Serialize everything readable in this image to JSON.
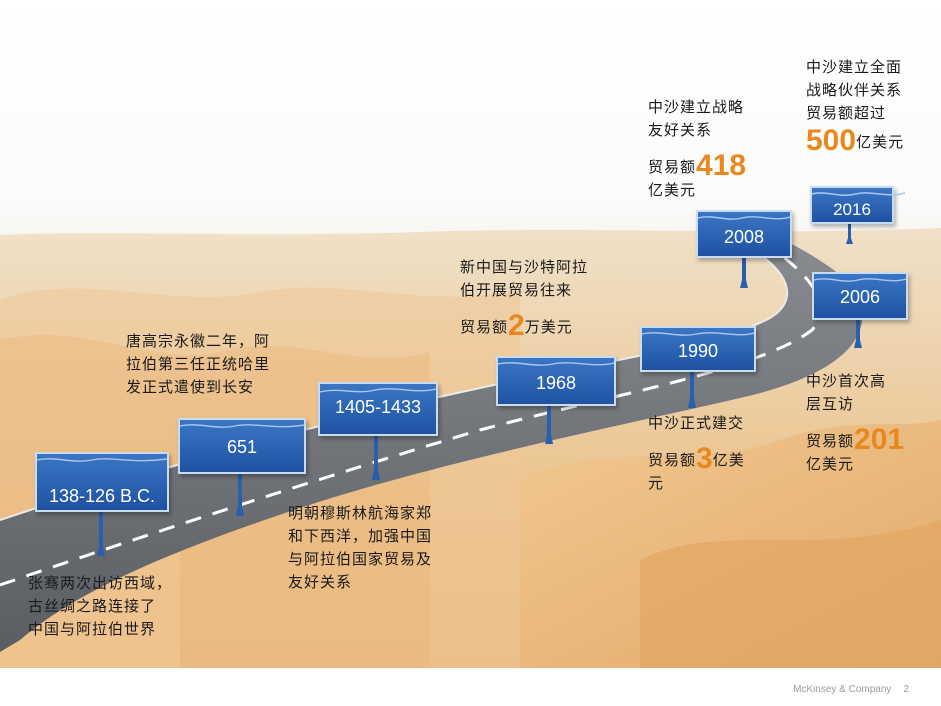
{
  "milestones": [
    {
      "year": "138-126 B.C.",
      "lines": [
        "张骞两次出访西域，",
        "古丝绸之路连接了",
        "中国与阿拉伯世界"
      ]
    },
    {
      "year": "651",
      "lines": [
        "唐高宗永徽二年，阿",
        "拉伯第三任正统哈里",
        "发正式遣使到长安"
      ]
    },
    {
      "year": "1405-1433",
      "lines": [
        "明朝穆斯林航海家郑",
        "和下西洋，加强中国",
        "与阿拉伯国家贸易及",
        "友好关系"
      ]
    },
    {
      "year": "1968",
      "lines": [
        "新中国与沙特阿拉",
        "伯开展贸易往来"
      ],
      "trade_prefix": "贸易额",
      "trade_value": "2",
      "trade_unit": "万美元"
    },
    {
      "year": "1990",
      "lines": [
        "中沙正式建交"
      ],
      "trade_prefix": "贸易额",
      "trade_value": "3",
      "trade_unit": "亿美",
      "trade_unit2": "元"
    },
    {
      "year": "2006",
      "lines": [
        "中沙首次高",
        "层互访"
      ],
      "trade_prefix": "贸易额",
      "trade_value": "201",
      "trade_unit": "亿美元"
    },
    {
      "year": "2008",
      "lines": [
        "中沙建立战略",
        "友好关系"
      ],
      "trade_prefix": "贸易额",
      "trade_value": "418",
      "trade_unit": "亿美元"
    },
    {
      "year": "2016",
      "lines": [
        "中沙建立全面",
        "战略伙伴关系",
        "贸易额超过"
      ],
      "trade_value": "500",
      "trade_unit": "亿美元"
    }
  ],
  "footer": {
    "company": "McKinsey & Company",
    "page": "2"
  }
}
